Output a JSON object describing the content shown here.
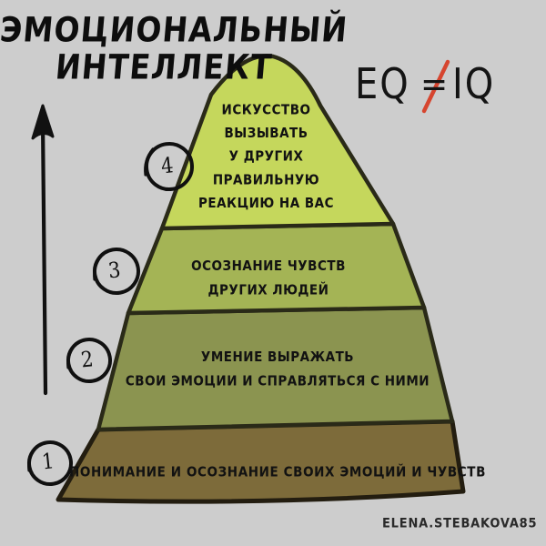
{
  "meta": {
    "background_color": "#cdcdcd",
    "ink_color": "#111111",
    "accent_red": "#d6452f"
  },
  "title": {
    "line1": "ЭМОЦИОНАЛЬНЫЙ",
    "line2": "ИНТЕЛЛЕКТ"
  },
  "formula": {
    "left": "EQ",
    "operator": "=",
    "operator_strike": "/",
    "right": "IQ",
    "strike_color": "#d6452f"
  },
  "arrow": {
    "name": "upward-growth-arrow",
    "direction": "up"
  },
  "pyramid": {
    "levels": [
      {
        "number": "4",
        "fill": "#c5d75c",
        "text": "ИСКУССТВО\nВЫЗЫВАТЬ\nУ ДРУГИХ\nПРАВИЛЬНУЮ\nРЕАКЦИЮ НА ВАС"
      },
      {
        "number": "3",
        "fill": "#a4b455",
        "text": "ОСОЗНАНИЕ ЧУВСТВ\nДРУГИХ ЛЮДЕЙ"
      },
      {
        "number": "2",
        "fill": "#8b9450",
        "text": "УМЕНИЕ ВЫРАЖАТЬ\nСВОИ ЭМОЦИИ И СПРАВЛЯТЬСЯ С НИМИ"
      },
      {
        "number": "1",
        "fill": "#7d6b3a",
        "text": "ПОНИМАНИЕ И ОСОЗНАНИЕ СВОИХ ЭМОЦИЙ И ЧУВСТВ"
      }
    ]
  },
  "watermark": {
    "text": "ELENA.STEBAKOVA85"
  }
}
